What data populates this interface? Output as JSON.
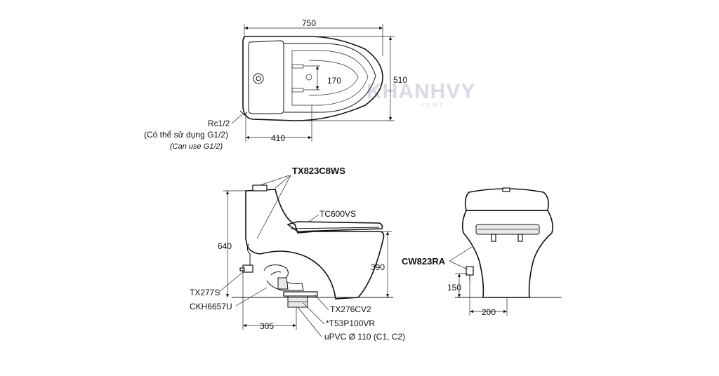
{
  "watermark": {
    "brand": "KHANHVY",
    "sub": "HOME"
  },
  "top_view": {
    "width_dim": "750",
    "depth_dim": "510",
    "inner_dim": "170",
    "offset_dim": "410",
    "supply_thread": "Rc1/2",
    "supply_note_vi": "(Có thể sử dụng G1/2)",
    "supply_note_en": "(Can use G1/2)"
  },
  "side_view": {
    "tank_part": "TX823C8WS",
    "seat_part": "TC600VS",
    "height_dim": "640",
    "bowl_height_dim": "390",
    "rough_in_dim": "305",
    "valve_part": "TX277S",
    "hose_part": "CKH6657U",
    "flange_part": "TX276CV2",
    "adapter_part": "*T53P100VR",
    "pipe_spec": "uPVC Ø 110 (C1, C2)"
  },
  "front_view": {
    "model": "CW823RA",
    "supply_height_dim": "150",
    "supply_offset_dim": "200"
  }
}
